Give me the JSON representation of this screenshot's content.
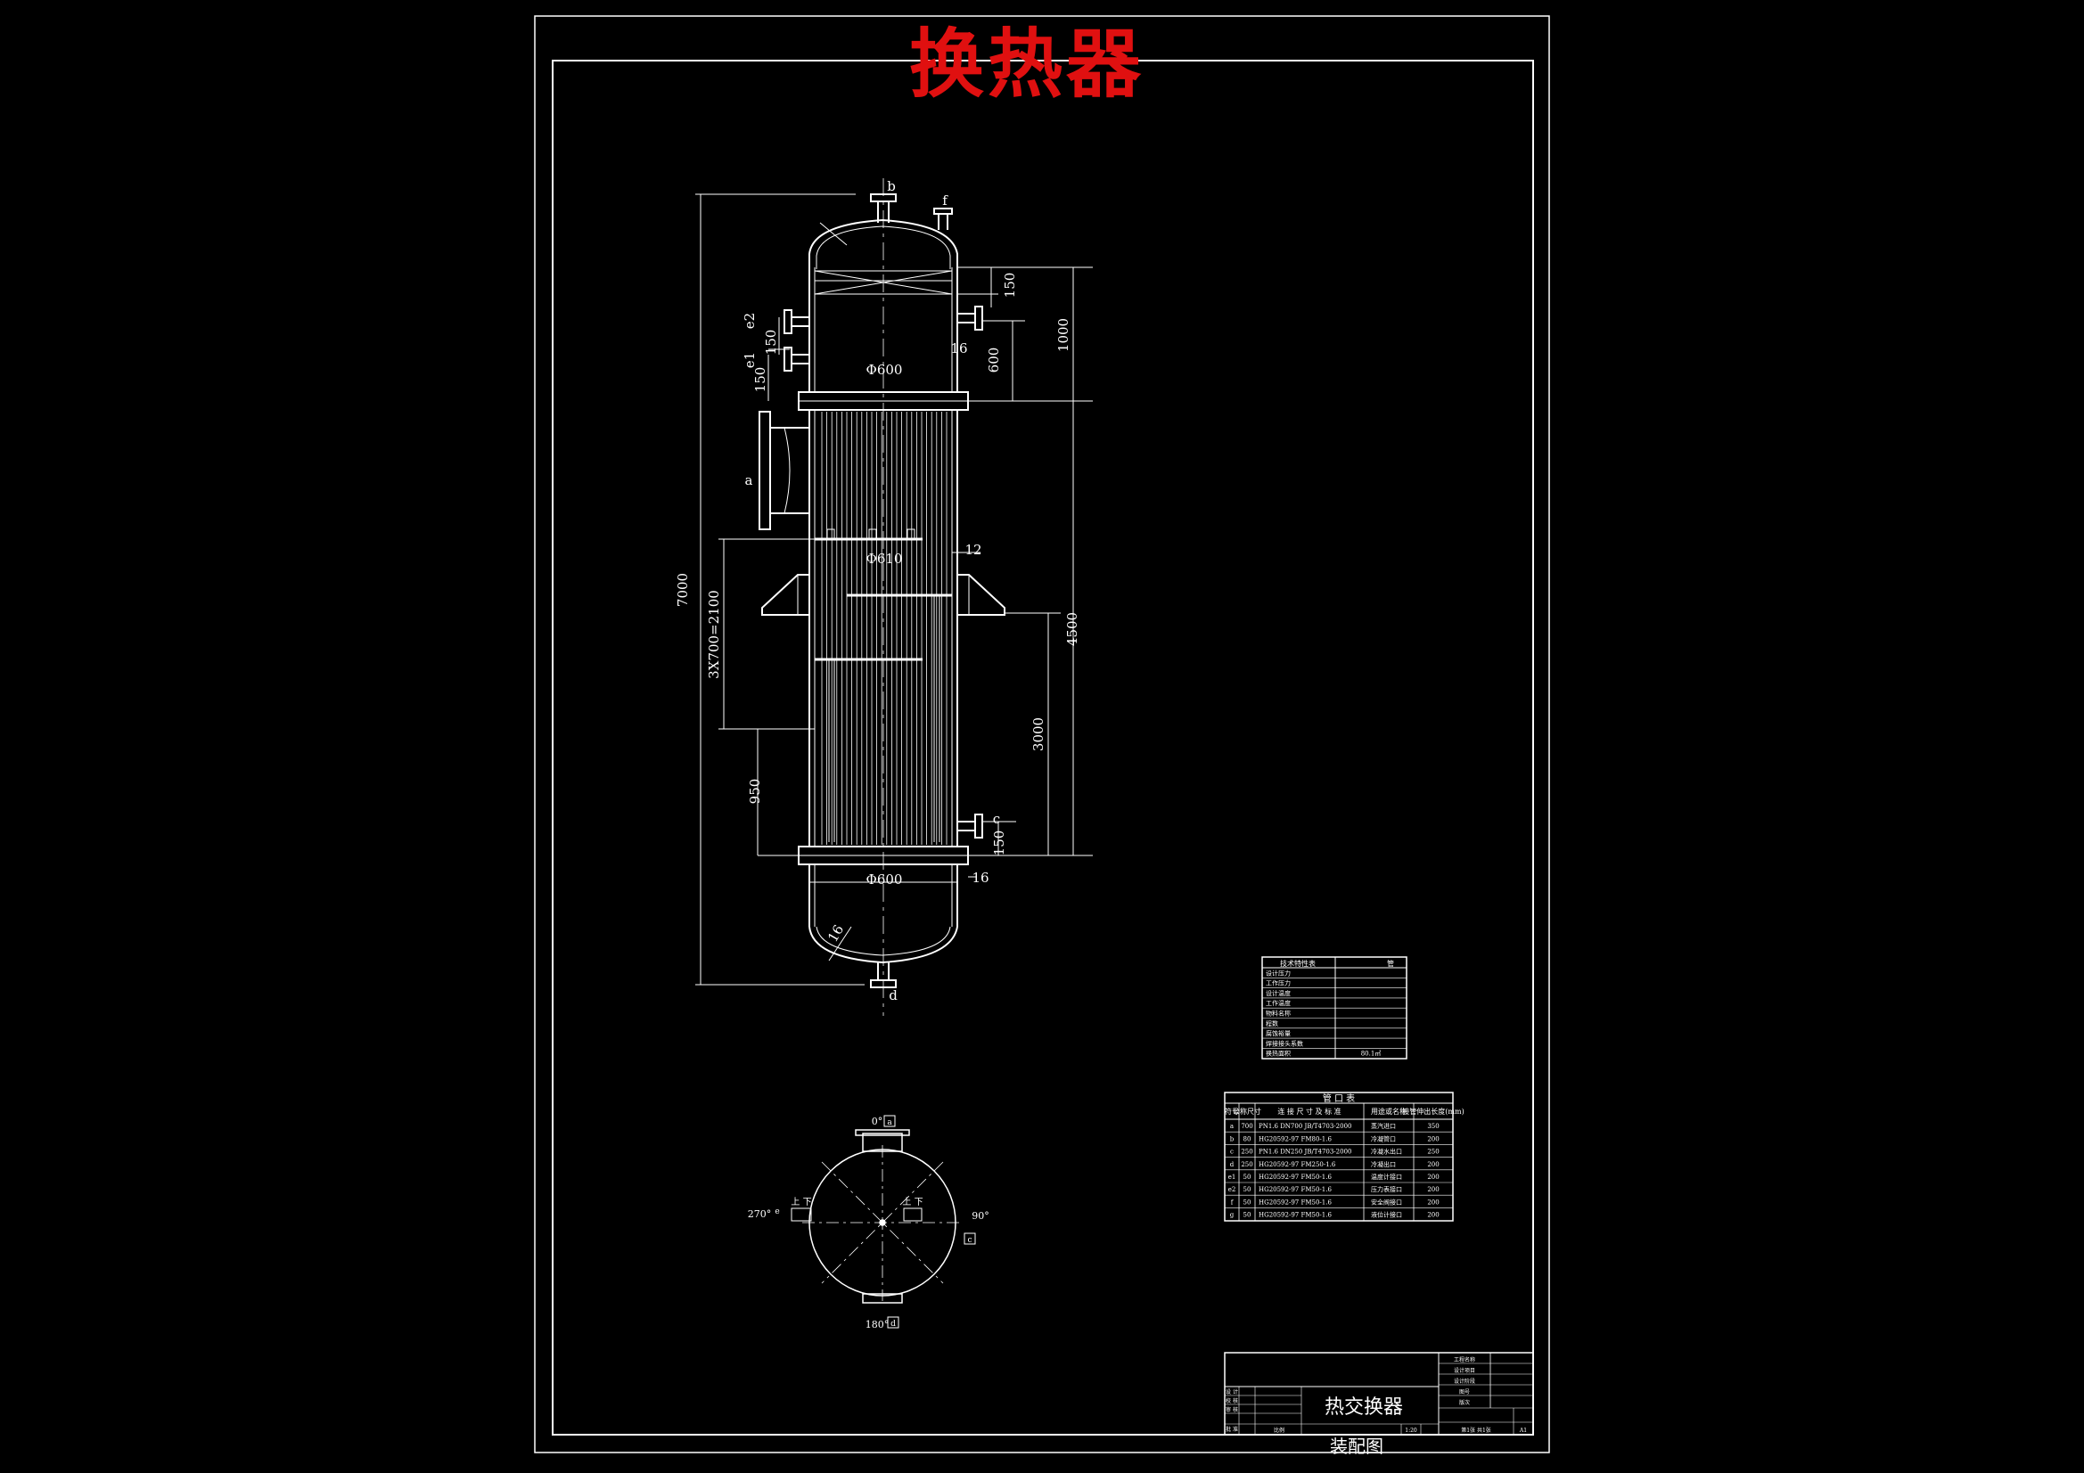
{
  "sheet_title": "换热器",
  "nozzle_labels": {
    "a": "a",
    "b": "b",
    "c": "c",
    "d": "d",
    "e1": "e1",
    "e2": "e2",
    "f": "f"
  },
  "dimensions": {
    "overall_height": "7000",
    "baffle_spacing": "3X700=2100",
    "bottom_to_baffle": "950",
    "top_channel": "1000",
    "top_nozzle_offset": "150",
    "left_nozzle_150_a": "150",
    "left_nozzle_150_b": "150",
    "right_nozzle_600": "600",
    "tube_length": "4500",
    "support_to_bottom": "3000",
    "bottom_nozzle_150": "150",
    "channel_diameter_top": "Φ600",
    "channel_diameter_bottom": "Φ600",
    "shell_inner": "Φ610",
    "plate_12": "12",
    "plate_16_top": "16",
    "plate_16_bottom": "16",
    "head_16": "16"
  },
  "orientation": {
    "deg_0": "0°",
    "deg_90": "90°",
    "deg_180": "180°",
    "deg_270": "270°",
    "tag_a": "a",
    "tag_c": "c",
    "tag_d": "d",
    "tag_e": "e",
    "top_label": "上 下",
    "bottom_label": "上 下"
  },
  "nozzle_table": {
    "title": "管   口   表",
    "headers": [
      "符号",
      "公称尺寸",
      "连 接 尺 寸 及 标 准",
      "用途或名称",
      "接管伸出长度(mm)"
    ],
    "rows": [
      [
        "a",
        "700",
        "PN1.6 DN700 JB/T4703-2000",
        "蒸汽进口",
        "350"
      ],
      [
        "b",
        "80",
        "HG20592-97 FM80-1.6",
        "冷凝管口",
        "200"
      ],
      [
        "c",
        "250",
        "PN1.6 DN250 JB/T4703-2000",
        "冷凝水出口",
        "250"
      ],
      [
        "d",
        "250",
        "HG20592-97 FM250-1.6",
        "冷凝出口",
        "200"
      ],
      [
        "e1",
        "50",
        "HG20592-97 FM50-1.6",
        "温度计接口",
        "200"
      ],
      [
        "e2",
        "50",
        "HG20592-97 FM50-1.6",
        "压力表接口",
        "200"
      ],
      [
        "f",
        "50",
        "HG20592-97 FM50-1.6",
        "安全阀接口",
        "200"
      ],
      [
        "g",
        "50",
        "HG20592-97 FM50-1.6",
        "液位计接口",
        "200"
      ]
    ]
  },
  "tech_table": {
    "title": "技术特性表",
    "col2": "管",
    "rows": [
      "设计压力",
      "工作压力",
      "设计温度",
      "工作温度",
      "物料名称",
      "程数",
      "腐蚀裕量",
      "焊接接头系数",
      "换热面积"
    ],
    "values": [
      "",
      "",
      "",
      "",
      "",
      "",
      "",
      "",
      "80.1㎡"
    ]
  },
  "title_block": {
    "name": "热交换器",
    "sub": "装配图",
    "roles": [
      "设 计",
      "校 核",
      "审 核",
      "批 准"
    ],
    "right_cells": [
      "工程名称",
      "设计项目",
      "设计阶段",
      "图号",
      "版次"
    ],
    "bottom_cells": [
      "比例",
      "1:20",
      "第1张 共1张",
      "A1"
    ]
  }
}
